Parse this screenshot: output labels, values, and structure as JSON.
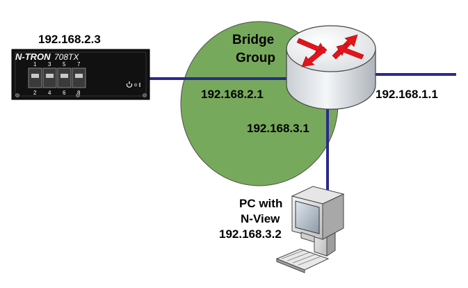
{
  "switch": {
    "ip": "192.168.2.3",
    "brand": "N-TRON",
    "model": "708TX",
    "ports_top": [
      "1",
      "3",
      "5",
      "7"
    ],
    "ports_bottom": [
      "2",
      "4",
      "6",
      "8"
    ]
  },
  "bridge": {
    "label_line1": "Bridge",
    "label_line2": "Group",
    "color": "#77a95c"
  },
  "router": {
    "ip_left": "192.168.2.1",
    "ip_right": "192.168.1.1",
    "ip_bottom": "192.168.3.1",
    "arrow_color": "#e3141b"
  },
  "pc": {
    "label_line1": "PC with",
    "label_line2": "N-View",
    "ip": "192.168.3.2"
  },
  "link_color": "#2b2a8c"
}
